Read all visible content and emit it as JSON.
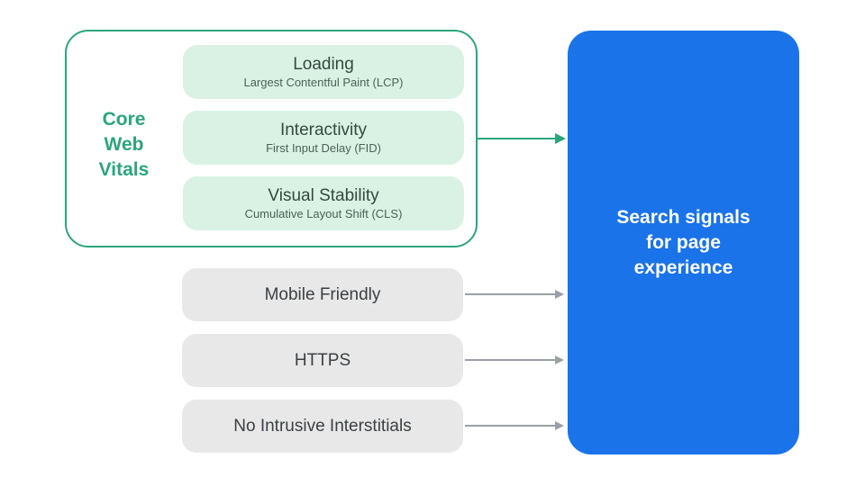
{
  "colors": {
    "green": "#2BA57D",
    "mint": "#D9F2E4",
    "vital_title": "#35493F",
    "vital_subtitle": "#4D6157",
    "blue": "#1A73E8",
    "gray_box": "#E8E8E8",
    "gray_text": "#3C4043",
    "arrow_gray": "#9AA0A6",
    "white_text": "#FFFFFF"
  },
  "core_web_vitals": {
    "label": "Core\nWeb\nVitals",
    "vitals": [
      {
        "title": "Loading",
        "subtitle": "Largest Contentful Paint (LCP)"
      },
      {
        "title": "Interactivity",
        "subtitle": "First Input Delay (FID)"
      },
      {
        "title": "Visual Stability",
        "subtitle": "Cumulative Layout Shift (CLS)"
      }
    ]
  },
  "other_signals": [
    {
      "label": "Mobile Friendly"
    },
    {
      "label": "HTTPS"
    },
    {
      "label": "No Intrusive Interstitials"
    }
  ],
  "result_box": {
    "label": "Search signals\nfor page\nexperience"
  }
}
